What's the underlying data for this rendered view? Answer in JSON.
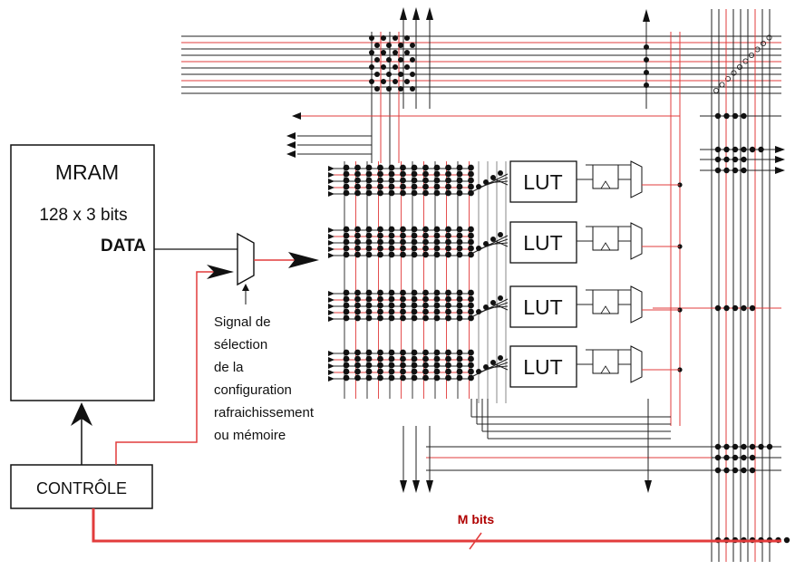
{
  "mram": {
    "title": "MRAM",
    "size": "128 x 3 bits",
    "port": "DATA"
  },
  "controller": {
    "label": "CONTRÔLE"
  },
  "lut_blocks": [
    {
      "label": "LUT"
    },
    {
      "label": "LUT"
    },
    {
      "label": "LUT"
    },
    {
      "label": "LUT"
    }
  ],
  "signal_caption": [
    "Signal de",
    "sélection",
    "de la",
    "configuration",
    "rafraichissement",
    "ou mémoire"
  ],
  "bus": {
    "label": "M bits"
  },
  "colors": {
    "wire": "#222222",
    "config_wire": "#e23c3c",
    "mbits_label": "#b00000"
  }
}
